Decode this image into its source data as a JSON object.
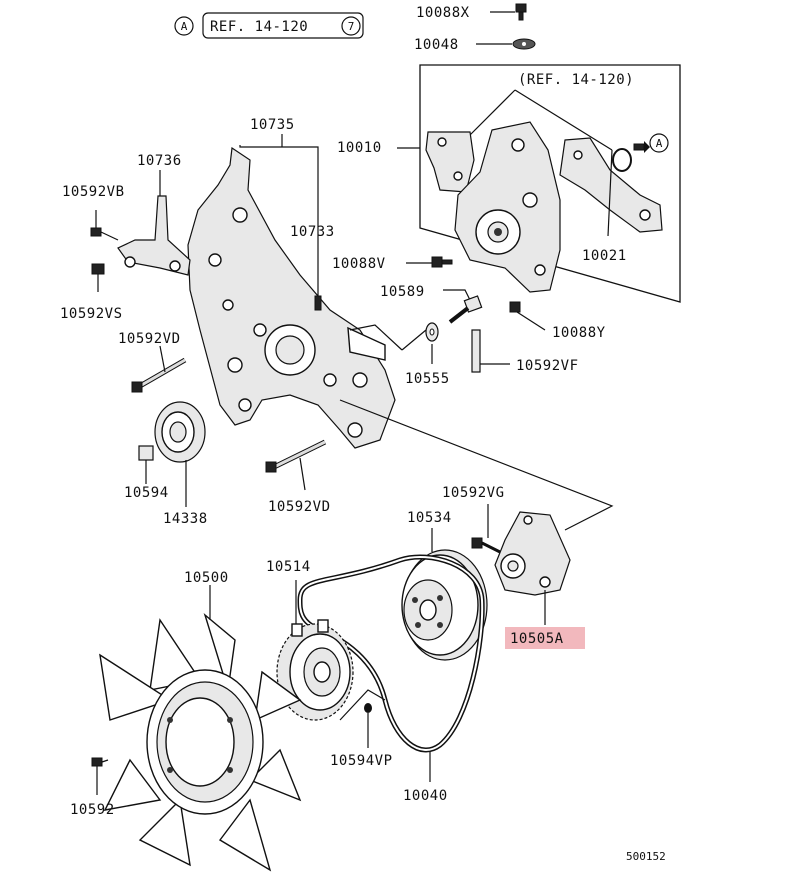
{
  "ref_callouts": {
    "circle_a_top": "A",
    "ref_top": "REF. 14-120",
    "ref_top_page": "7",
    "ref_box": "(REF. 14-120)",
    "circle_a_box": "A"
  },
  "labels": {
    "p10088x": "10088X",
    "p10048": "10048",
    "p10735": "10735",
    "p10010": "10010",
    "p10736": "10736",
    "p10592vb": "10592VB",
    "p10733": "10733",
    "p10088v": "10088V",
    "p10021": "10021",
    "p10592vs": "10592VS",
    "p10589": "10589",
    "p10088y": "10088Y",
    "p10592vd_top": "10592VD",
    "p10555": "10555",
    "p10592vf": "10592VF",
    "p10594": "10594",
    "p14338": "14338",
    "p10592vd_bottom": "10592VD",
    "p10592vg": "10592VG",
    "p10534": "10534",
    "p10500": "10500",
    "p10514": "10514",
    "p10505a": "10505A",
    "p10594vp": "10594VP",
    "p10592": "10592",
    "p10040": "10040"
  },
  "highlight_color": "#f2b8bd",
  "diagram_id": "500152"
}
